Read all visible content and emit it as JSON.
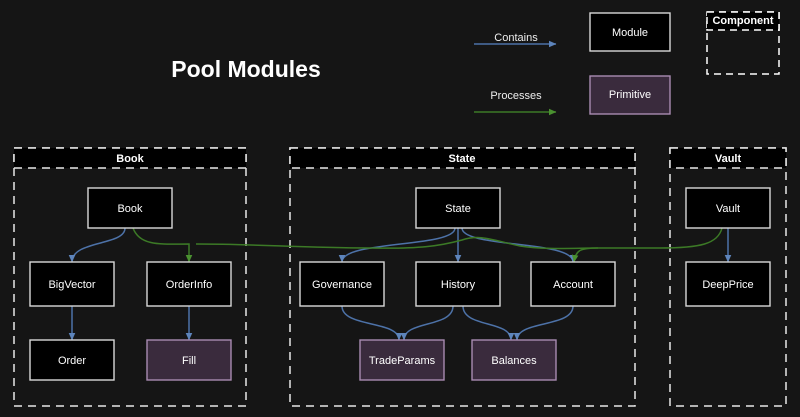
{
  "title": "Pool Modules",
  "colors": {
    "background": "#151515",
    "module_fill": "#000000",
    "module_stroke": "#d9d9d9",
    "primitive_fill": "#3a2b3d",
    "primitive_stroke": "#a98bb2",
    "contains_edge": "#4d72a8",
    "processes_edge": "#3c7a26",
    "group_stroke": "#e8e8e8",
    "text": "#ffffff"
  },
  "legend": {
    "contains_label": "Contains",
    "processes_label": "Processes",
    "module_label": "Module",
    "primitive_label": "Primitive",
    "component_label": "Component"
  },
  "groups": [
    {
      "id": "book",
      "label": "Book"
    },
    {
      "id": "state",
      "label": "State"
    },
    {
      "id": "vault",
      "label": "Vault"
    }
  ],
  "nodes": [
    {
      "id": "book",
      "label": "Book",
      "kind": "module",
      "group": "book"
    },
    {
      "id": "bigvector",
      "label": "BigVector",
      "kind": "module",
      "group": "book"
    },
    {
      "id": "orderinfo",
      "label": "OrderInfo",
      "kind": "module",
      "group": "book"
    },
    {
      "id": "order",
      "label": "Order",
      "kind": "module",
      "group": "book"
    },
    {
      "id": "fill",
      "label": "Fill",
      "kind": "primitive",
      "group": "book"
    },
    {
      "id": "state",
      "label": "State",
      "kind": "module",
      "group": "state"
    },
    {
      "id": "governance",
      "label": "Governance",
      "kind": "module",
      "group": "state"
    },
    {
      "id": "history",
      "label": "History",
      "kind": "module",
      "group": "state"
    },
    {
      "id": "account",
      "label": "Account",
      "kind": "module",
      "group": "state"
    },
    {
      "id": "tradeparams",
      "label": "TradeParams",
      "kind": "primitive",
      "group": "state"
    },
    {
      "id": "balances",
      "label": "Balances",
      "kind": "primitive",
      "group": "state"
    },
    {
      "id": "vault",
      "label": "Vault",
      "kind": "module",
      "group": "vault"
    },
    {
      "id": "deepprice",
      "label": "DeepPrice",
      "kind": "module",
      "group": "vault"
    }
  ],
  "edges": [
    {
      "from": "book",
      "to": "bigvector",
      "type": "contains"
    },
    {
      "from": "bigvector",
      "to": "order",
      "type": "contains"
    },
    {
      "from": "orderinfo",
      "to": "fill",
      "type": "contains"
    },
    {
      "from": "book",
      "to": "orderinfo",
      "type": "processes"
    },
    {
      "from": "state",
      "to": "governance",
      "type": "contains"
    },
    {
      "from": "state",
      "to": "history",
      "type": "contains"
    },
    {
      "from": "state",
      "to": "account",
      "type": "contains"
    },
    {
      "from": "governance",
      "to": "tradeparams",
      "type": "contains"
    },
    {
      "from": "history",
      "to": "tradeparams",
      "type": "contains"
    },
    {
      "from": "history",
      "to": "balances",
      "type": "contains"
    },
    {
      "from": "account",
      "to": "balances",
      "type": "contains"
    },
    {
      "from": "vault",
      "to": "deepprice",
      "type": "contains"
    },
    {
      "from": "vault",
      "to": "account",
      "type": "processes"
    }
  ]
}
